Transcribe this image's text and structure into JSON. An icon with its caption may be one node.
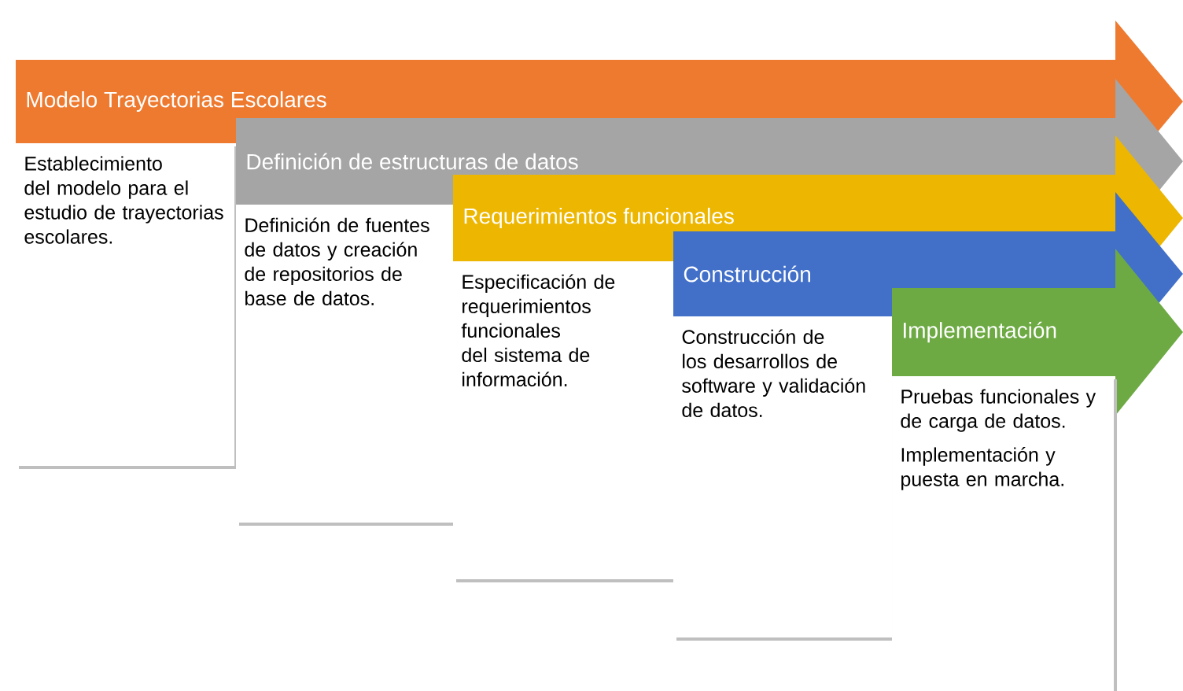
{
  "diagram": {
    "nodes": [
      {
        "text": [
          "Modelo Trayectorias Escolares"
        ]
      },
      {
        "text": [
          "Establecimiento del modelo para el estudio de trayectorias escolares."
        ]
      },
      {
        "text": [
          "Definición de estructuras de datos"
        ]
      },
      {
        "text": [
          "Definición de fuentes de datos y creación de repositorios de base de datos."
        ]
      },
      {
        "text": [
          "Requerimientos funcionales"
        ]
      },
      {
        "text": [
          "Especificación de requerimientos funcionales del sistema de información."
        ]
      },
      {
        "text": [
          "Construcción"
        ]
      },
      {
        "text": [
          "Construcción de los desarrollos de software y validación de datos."
        ]
      },
      {
        "text": [
          "Implementación"
        ]
      },
      {
        "text": [
          "Pruebas funcionales y de carga de datos.",
          "Implementación y puesta en marcha."
        ]
      }
    ]
  }
}
